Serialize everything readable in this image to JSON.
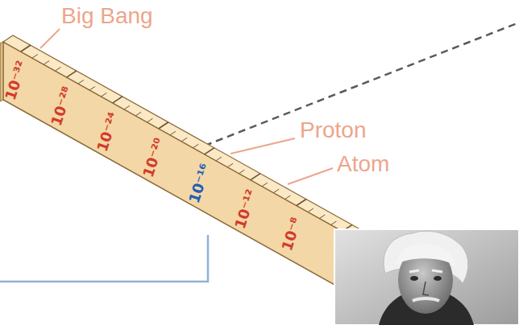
{
  "diagram": {
    "labels": [
      "Big Bang",
      "Proton",
      "Atom",
      "10⁻³²",
      "10⁻²⁸",
      "10⁻²⁴",
      "10⁻²⁰",
      "10⁻¹⁶",
      "10⁻¹²",
      "10⁻⁸"
    ]
  }
}
